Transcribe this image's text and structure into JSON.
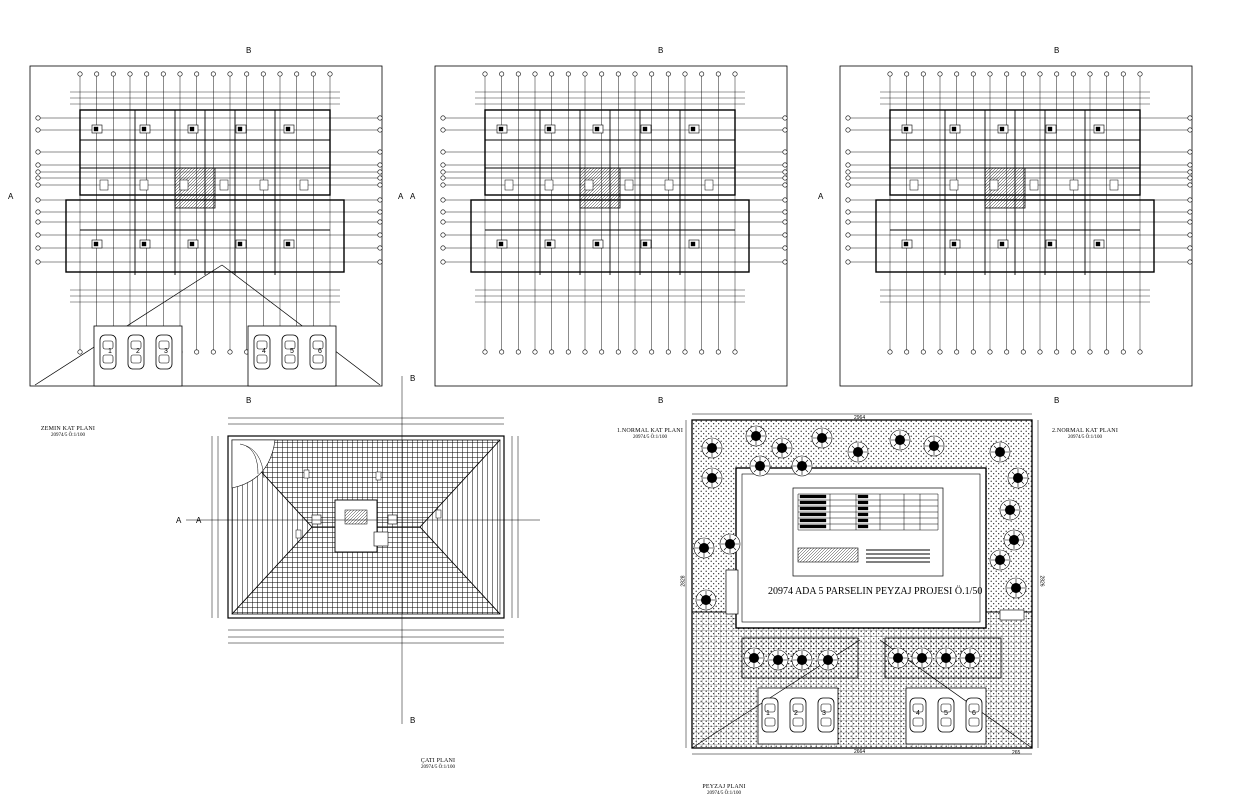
{
  "drawing": {
    "plans": [
      {
        "name": "ZEMIN KAT PLANI",
        "scale": "20974/5  Ö:1/100"
      },
      {
        "name": "1.NORMAL KAT PLANI",
        "scale": "20974/5  Ö:1/100"
      },
      {
        "name": "2.NORMAL KAT PLANI",
        "scale": "20974/5  Ö:1/100"
      },
      {
        "name": "ÇATI PLANI",
        "scale": "20974/5  Ö:1/100"
      },
      {
        "name": "PEYZAJ PLANI",
        "scale": "20974/5  Ö:1/100"
      }
    ],
    "landscape_title": "20974 ADA 5 PARSELIN PEYZAJ PROJESI  Ö.1/50",
    "section_marks": {
      "a": "A",
      "b": "B"
    },
    "parking_left": [
      "1",
      "2",
      "3",
      "4",
      "5",
      "6"
    ],
    "parking_landscape": [
      "1",
      "2",
      "3",
      "4",
      "5",
      "6"
    ],
    "dims": {
      "top": "2964",
      "bottom": "2664",
      "left": "2828",
      "right": "2826",
      "corner": "265"
    }
  }
}
